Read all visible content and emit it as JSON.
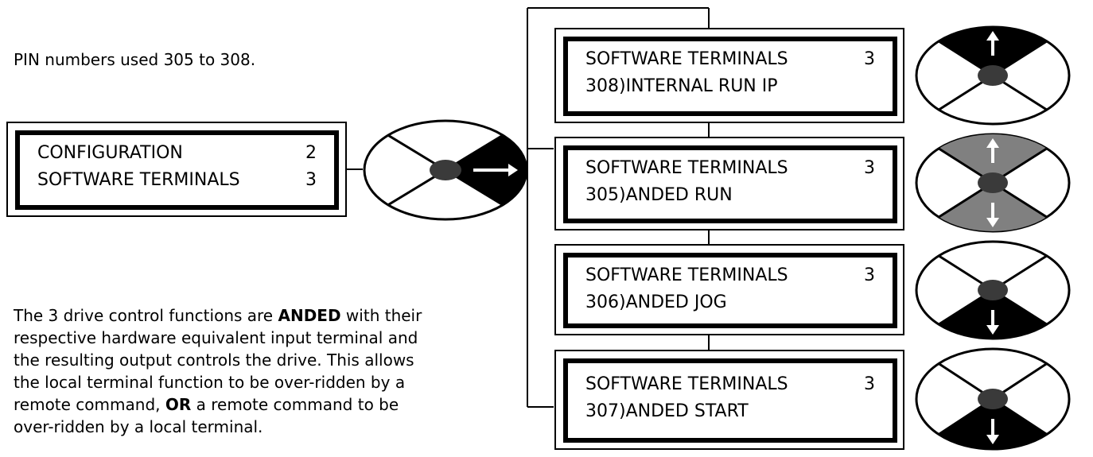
{
  "intro_text": "PIN numbers used 305 to 308.",
  "description": {
    "part1": "The 3 drive control functions are ",
    "anded": "ANDED",
    "part2": " with their respective hardware equivalent input terminal and the resulting output controls the drive. This allows the local terminal function to be over-ridden by a remote command, ",
    "or": "OR",
    "part3": " a remote command to be over-ridden by a local terminal."
  },
  "menu_box": {
    "line1": "CONFIGURATION",
    "num1": "2",
    "line2": "SOFTWARE TERMINALS",
    "num2": "3"
  },
  "param_boxes": [
    {
      "line1": "SOFTWARE TERMINALS",
      "num": "3",
      "line2": "308)INTERNAL RUN IP"
    },
    {
      "line1": "SOFTWARE TERMINALS",
      "num": "3",
      "line2": "305)ANDED RUN"
    },
    {
      "line1": "SOFTWARE TERMINALS",
      "num": "3",
      "line2": "306)ANDED JOG"
    },
    {
      "line1": "SOFTWARE TERMINALS",
      "num": "3",
      "line2": "307)ANDED START"
    }
  ],
  "keypads": [
    {
      "id": "menu-keypad",
      "highlighted": "right",
      "color": "#000000"
    },
    {
      "id": "keypad-1",
      "highlighted": "up",
      "color": "#000000"
    },
    {
      "id": "keypad-2",
      "highlighted": "up-down",
      "color": "#808080"
    },
    {
      "id": "keypad-3",
      "highlighted": "down",
      "color": "#000000"
    },
    {
      "id": "keypad-4",
      "highlighted": "down",
      "color": "#000000"
    }
  ]
}
